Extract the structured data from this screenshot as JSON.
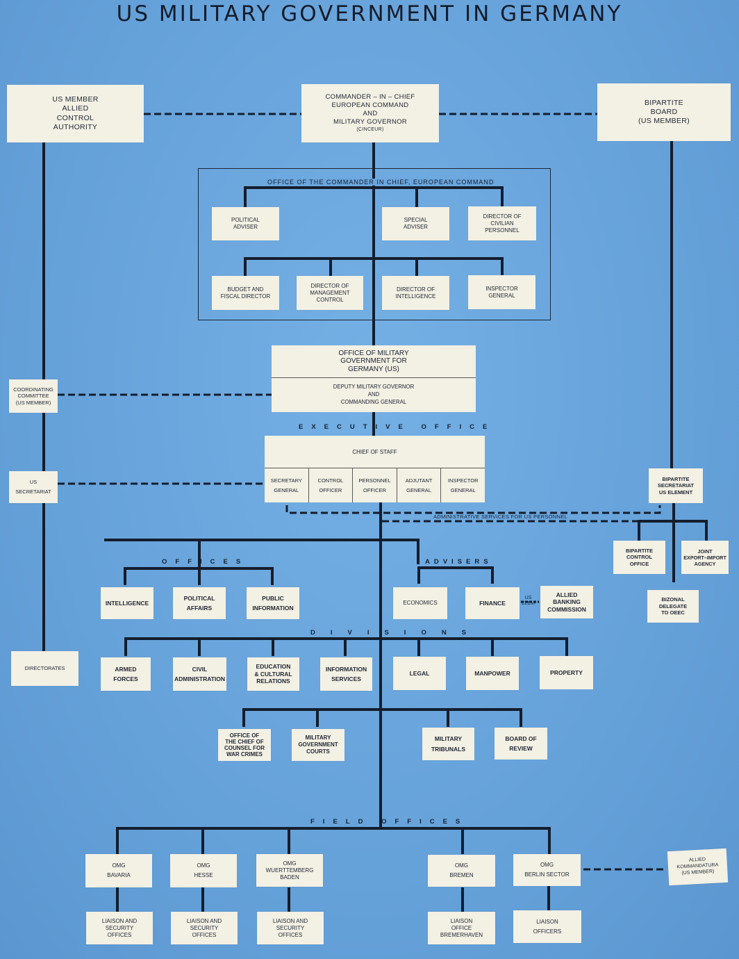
{
  "title": "US MILITARY GOVERNMENT IN GERMANY",
  "top_row": {
    "allied_control": "US MEMBER\nALLIED\nCONTROL\nAUTHORITY",
    "cinc": "COMMANDER – IN – CHIEF\nEUROPEAN COMMAND\nAND\nMILITARY GOVERNOR",
    "cinc_abbr": "(CINCEUR)",
    "bipartite_board": "BIPARTITE\nBOARD\n(US MEMBER)"
  },
  "ocinc": {
    "label": "OFFICE OF THE COMMANDER IN CHIEF, EUROPEAN COMMAND",
    "row1": [
      "POLITICAL\nADVISER",
      "SPECIAL\nADVISER",
      "DIRECTOR OF\nCIVILIAN\nPERSONNEL"
    ],
    "row2": [
      "BUDGET AND\nFISCAL DIRECTOR",
      "DIRECTOR OF\nMANAGEMENT\nCONTROL",
      "DIRECTOR OF\nINTELLIGENCE",
      "INSPECTOR\nGENERAL"
    ]
  },
  "omgus": {
    "title": "OFFICE OF MILITARY\nGOVERNMENT FOR\nGERMANY (US)",
    "deputy": "DEPUTY MILITARY GOVERNOR\nAND\nCOMMANDING GENERAL"
  },
  "left_column": {
    "coordinating": "COORDINATING\nCOMMITTEE\n(US MEMBER)",
    "secretariat": "US\nSECRETARIAT",
    "directorates": "DIRECTORATES"
  },
  "executive_office": {
    "label": "EXECUTIVE OFFICE",
    "chief": "CHIEF OF STAFF",
    "cells": [
      "SECRETARY\nGENERAL",
      "CONTROL\nOFFICER",
      "PERSONNEL\nOFFICER",
      "ADJUTANT\nGENERAL",
      "INSPECTOR\nGENERAL"
    ]
  },
  "right_column": {
    "secretariat": "BIPARTITE\nSECRETARIAT\nUS ELEMENT",
    "control_office": "BIPARTITE\nCONTROL\nOFFICE",
    "jeia": "JOINT\nEXPORT–IMPORT\nAGENCY",
    "oeec": "BIZONAL\nDELEGATE\nTO OEEC"
  },
  "admin_note": "ADMINISTRATIVE SERVICES FOR US PERSONNEL",
  "offices": {
    "label": "OFFICES",
    "items": [
      "INTELLIGENCE",
      "POLITICAL\nAFFAIRS",
      "PUBLIC\nINFORMATION"
    ]
  },
  "advisers": {
    "label": "ADVISERS",
    "items": [
      "ECONOMICS",
      "FINANCE"
    ],
    "us_elem": "US\nELEM",
    "banking": "ALLIED\nBANKING\nCOMMISSION"
  },
  "divisions": {
    "label": "DIVISIONS",
    "items": [
      "ARMED\nFORCES",
      "CIVIL\nADMINISTRATION",
      "EDUCATION\n& CULTURAL\nRELATIONS",
      "INFORMATION\nSERVICES",
      "LEGAL",
      "MANPOWER",
      "PROPERTY"
    ]
  },
  "legal_bodies": [
    "OFFICE OF\nTHE CHIEF OF\nCOUNSEL FOR\nWAR CRIMES",
    "MILITARY\nGOVERNMENT\nCOURTS",
    "MILITARY\nTRIBUNALS",
    "BOARD OF\nREVIEW"
  ],
  "field_offices": {
    "label": "FIELD OFFICES",
    "omg": [
      "OMG\nBAVARIA",
      "OMG\nHESSE",
      "OMG\nWUERTTEMBERG\nBADEN",
      "OMG\nBREMEN",
      "OMG\nBERLIN SECTOR"
    ],
    "liaison": [
      "LIAISON AND\nSECURITY\nOFFICES",
      "LIAISON AND\nSECURITY\nOFFICES",
      "LIAISON AND\nSECURITY\nOFFICES",
      "LIAISON\nOFFICE\nBREMERHAVEN",
      "LIAISON\nOFFICERS"
    ],
    "kommandatura": "ALLIED\nKOMMANDATURA\n(US MEMBER)"
  },
  "colors": {
    "background": "#6aa6dc",
    "box": "#f3f0e4",
    "line": "#141d2d"
  }
}
